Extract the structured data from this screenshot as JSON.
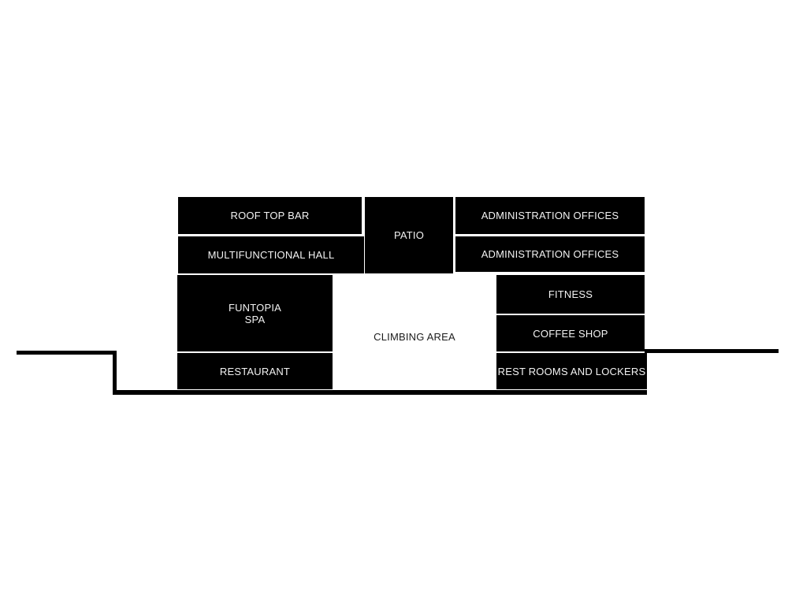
{
  "diagram": {
    "title": "building-section-program-diagram",
    "colors": {
      "background": "#ffffff",
      "block_fill": "#000000",
      "block_text": "#f2f2f2",
      "area_label_text": "#1c1c1c",
      "ground_line": "#000000"
    },
    "blocks": {
      "roof_top_bar": {
        "label": "ROOF TOP BAR"
      },
      "patio": {
        "label": "PATIO"
      },
      "administration_offices_upper": {
        "label": "ADMINISTRATION OFFICES"
      },
      "multifunctional_hall": {
        "label": "MULTIFUNCTIONAL HALL"
      },
      "administration_offices_lower": {
        "label": "ADMINISTRATION OFFICES"
      },
      "funtopia_spa": {
        "line1": "FUNTOPIA",
        "line2": "SPA"
      },
      "fitness": {
        "label": "FITNESS"
      },
      "coffee_shop": {
        "label": "COFFEE SHOP"
      },
      "restaurant": {
        "label": "RESTAURANT"
      },
      "rest_rooms_and_lockers": {
        "label": "REST ROOMS AND LOCKERS"
      },
      "climbing_area": {
        "label": "CLIMBING AREA"
      }
    }
  }
}
